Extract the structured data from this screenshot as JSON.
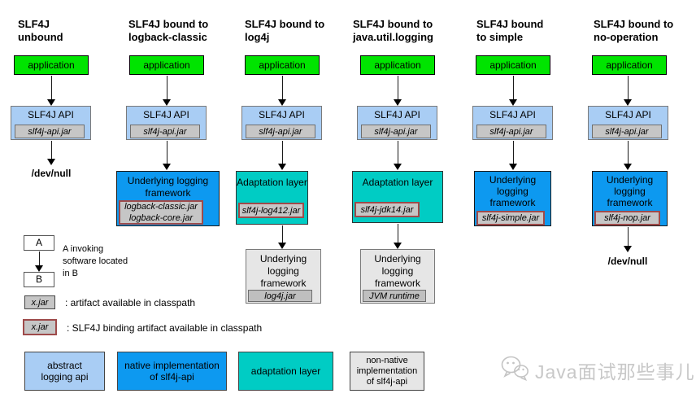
{
  "columns": [
    {
      "title": "SLF4J\nunbound",
      "app_label": "application",
      "api_label": "SLF4J API",
      "api_jar": "slf4j-api.jar",
      "output": "/dev/null"
    },
    {
      "title": "SLF4J bound to\nlogback-classic",
      "app_label": "application",
      "api_label": "SLF4J API",
      "api_jar": "slf4j-api.jar",
      "framework_label": "Underlying logging framework",
      "framework_jars": "logback-classic.jar\nlogback-core.jar"
    },
    {
      "title": "SLF4J bound to\nlog4j",
      "app_label": "application",
      "api_label": "SLF4J API",
      "api_jar": "slf4j-api.jar",
      "adaptation_label": "Adaptation layer",
      "adaptation_jar": "slf4j-log412.jar",
      "framework_label": "Underlying logging framework",
      "framework_jar": "log4j.jar"
    },
    {
      "title": "SLF4J bound to\njava.util.logging",
      "app_label": "application",
      "api_label": "SLF4J API",
      "api_jar": "slf4j-api.jar",
      "adaptation_label": "Adaptation layer",
      "adaptation_jar": "slf4j-jdk14.jar",
      "framework_label": "Underlying logging framework",
      "framework_jar": "JVM runtime"
    },
    {
      "title": "SLF4J bound\nto simple",
      "app_label": "application",
      "api_label": "SLF4J API",
      "api_jar": "slf4j-api.jar",
      "framework_label": "Underlying logging framework",
      "framework_jar": "slf4j-simple.jar"
    },
    {
      "title": "SLF4J bound to\nno-operation",
      "app_label": "application",
      "api_label": "SLF4J API",
      "api_jar": "slf4j-api.jar",
      "framework_label": "Underlying logging framework",
      "framework_jar": "slf4j-nop.jar",
      "output": "/dev/null"
    }
  ],
  "legend": {
    "invoking": {
      "top_box": "A",
      "bottom_box": "B",
      "caption": "A invoking\nsoftware located\nin B"
    },
    "artifact": {
      "box": "x.jar",
      "caption": ": artifact available in classpath"
    },
    "binding_artifact": {
      "box": "x.jar",
      "caption": ": SLF4J binding artifact available in classpath"
    },
    "categories": [
      {
        "label": "abstract\nlogging api",
        "color": "#a9cdf4"
      },
      {
        "label": "native implementation\nof slf4j-api",
        "color": "#0d99f0"
      },
      {
        "label": "adaptation layer",
        "color": "#00ccc4"
      },
      {
        "label": "non-native\nimplementation\nof slf4j-api",
        "color": "#e6e6e6"
      }
    ]
  },
  "watermark": {
    "icon": "wechat-icon",
    "text": "Java面试那些事儿"
  },
  "colors": {
    "application": "#00e400",
    "slf4j_api": "#a9cdf4",
    "jar": "#c6c6c6",
    "native_implementation": "#0d99f0",
    "adaptation_layer": "#00ccc4",
    "non_native_implementation": "#e6e6e6",
    "binding_border": "#9e4a4a"
  }
}
